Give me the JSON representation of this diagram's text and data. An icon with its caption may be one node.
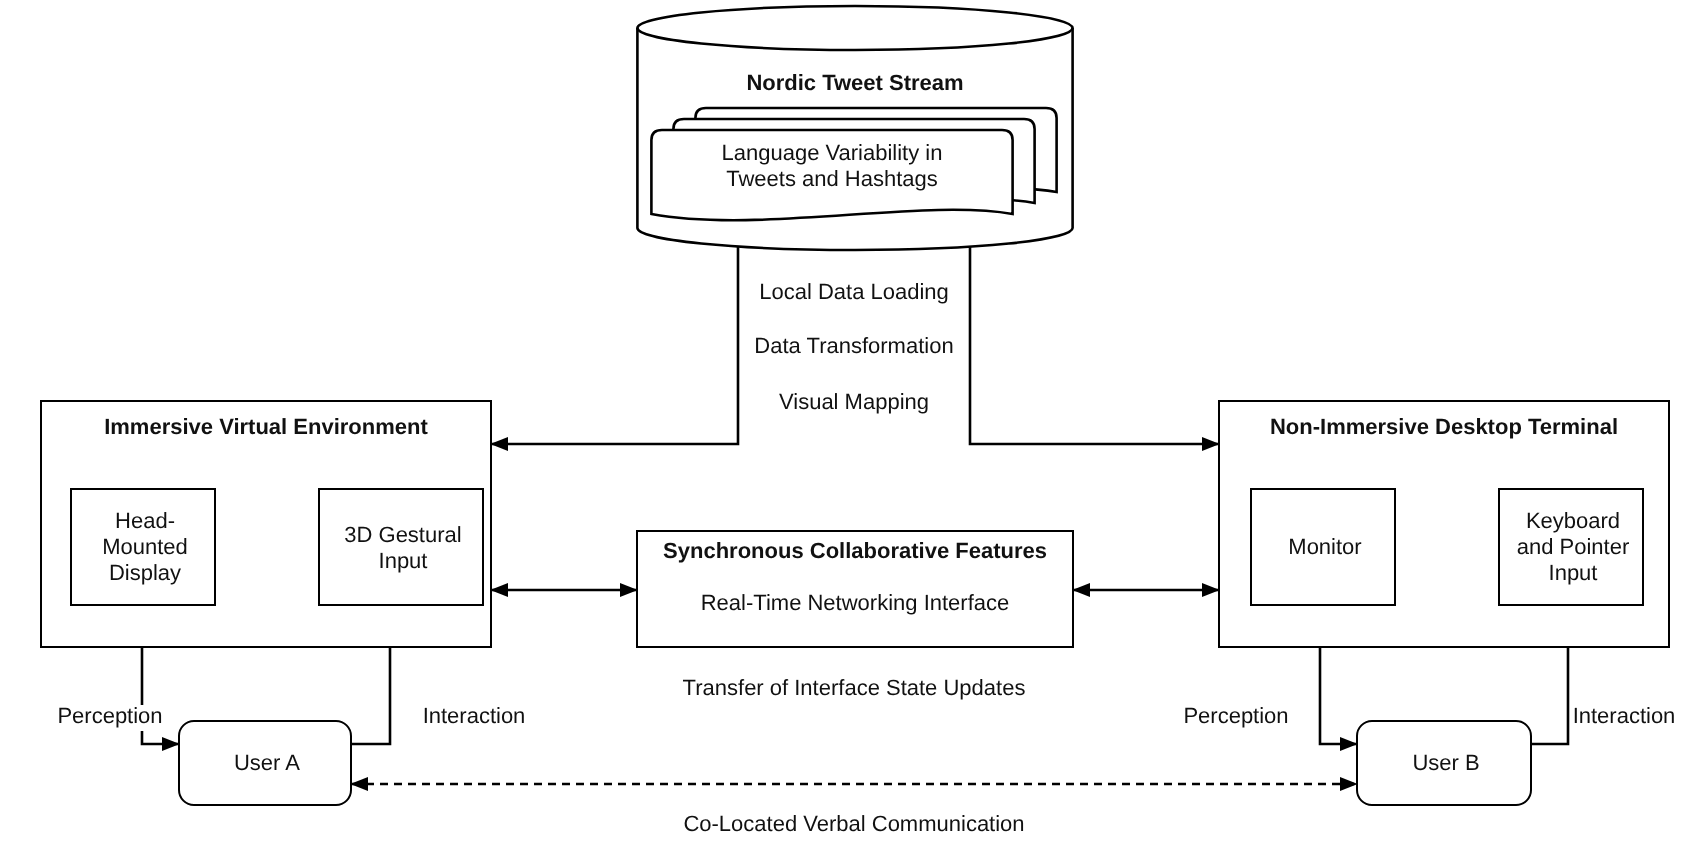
{
  "diagram": {
    "nodes": [
      {
        "text": [
          "Nordic Tweet Stream"
        ]
      },
      {
        "text": [
          "Language Variability in Tweets and Hashtags"
        ],
        "in": 0
      },
      {
        "text": [
          "Immersive Virtual Environment"
        ]
      },
      {
        "text": [
          "Head-Mounted Display"
        ],
        "in": 2
      },
      {
        "text": [
          "3D Gestural Input"
        ],
        "in": 2
      },
      {
        "text": [
          "Synchronous Collaborative Features",
          "Real-Time Networking Interface"
        ]
      },
      {
        "text": [
          "Non-Immersive Desktop Terminal"
        ]
      },
      {
        "text": [
          "Monitor"
        ],
        "in": 6
      },
      {
        "text": [
          "Keyboard and Pointer Input"
        ],
        "in": 6
      },
      {
        "text": [
          "User A"
        ]
      },
      {
        "text": [
          "User B"
        ]
      }
    ],
    "edges": [
      {
        "from": 1,
        "to": 2,
        "arrow": "to"
      },
      {
        "from": 1,
        "to": 6,
        "arrow": "to"
      },
      {
        "from": 2,
        "to": 5,
        "arrow": "both"
      },
      {
        "from": 5,
        "to": 6,
        "arrow": "both"
      },
      {
        "from": 3,
        "to": 9,
        "arrow": "to",
        "label": "Perception"
      },
      {
        "from": 9,
        "to": 4,
        "arrow": "to",
        "label": "Interaction"
      },
      {
        "from": 7,
        "to": 10,
        "arrow": "to",
        "label": "Perception"
      },
      {
        "from": 10,
        "to": 8,
        "arrow": "to",
        "label": "Interaction"
      },
      {
        "from": 9,
        "to": 10,
        "arrow": "both",
        "style": "dashed",
        "label": "Co-Located Verbal Communication"
      }
    ],
    "labels": [
      "Local Data Loading",
      "Data Transformation",
      "Visual Mapping",
      "Transfer of Interface State Updates"
    ]
  }
}
